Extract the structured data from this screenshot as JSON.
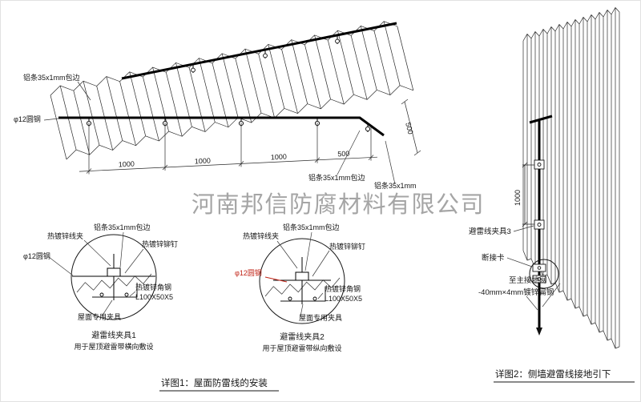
{
  "watermark": "河南邦信防腐材料有限公司",
  "colors": {
    "line": "#161616",
    "red": "#c22518",
    "watermark": "#9c9c9c"
  },
  "roof": {
    "label_edge_top": "铝条35x1mm包边",
    "label_edge_bottom": "铝条35x1mm包边",
    "label_edge_right": "铝条35x1mm",
    "label_rod": "φ12圆钢",
    "dims": [
      "1000",
      "1000",
      "1000",
      "500"
    ],
    "dim_side": "500"
  },
  "detail1": {
    "title": "避雷线夹具1",
    "subtitle": "用于屋顶避雷带横向敷设",
    "labels": {
      "clamp": "热镀锌线夹",
      "edge": "铝条35x1mm包边",
      "rivet": "热镀锌铆钉",
      "rod": "φ12圆钢",
      "angle": "热镀锌角钢",
      "angle_spec": "L100X50X5",
      "roof_fixture": "屋面专用夹具"
    }
  },
  "detail2": {
    "title": "避雷线夹具2",
    "subtitle": "用于屋顶避雷带纵向敷设",
    "labels": {
      "clamp": "热镀锌线夹",
      "edge": "铝条35x1mm包边",
      "rivet": "热镀锌铆钉",
      "rod": "φ12圆钢",
      "angle": "热镀锌角钢",
      "angle_spec": "L100X50X5",
      "roof_fixture": "屋面专用夹具"
    }
  },
  "wall": {
    "dim": "1000",
    "labels": {
      "clamp3": "避雷线夹具3",
      "disconnect": "断接卡",
      "to_ground": "至主接地网",
      "flat_steel": "-40mm×4mm镀锌扁钢"
    }
  },
  "captions": {
    "fig1": "详图1：屋面防雷线的安装",
    "fig2": "详图2：侧墙避雷线接地引下"
  }
}
